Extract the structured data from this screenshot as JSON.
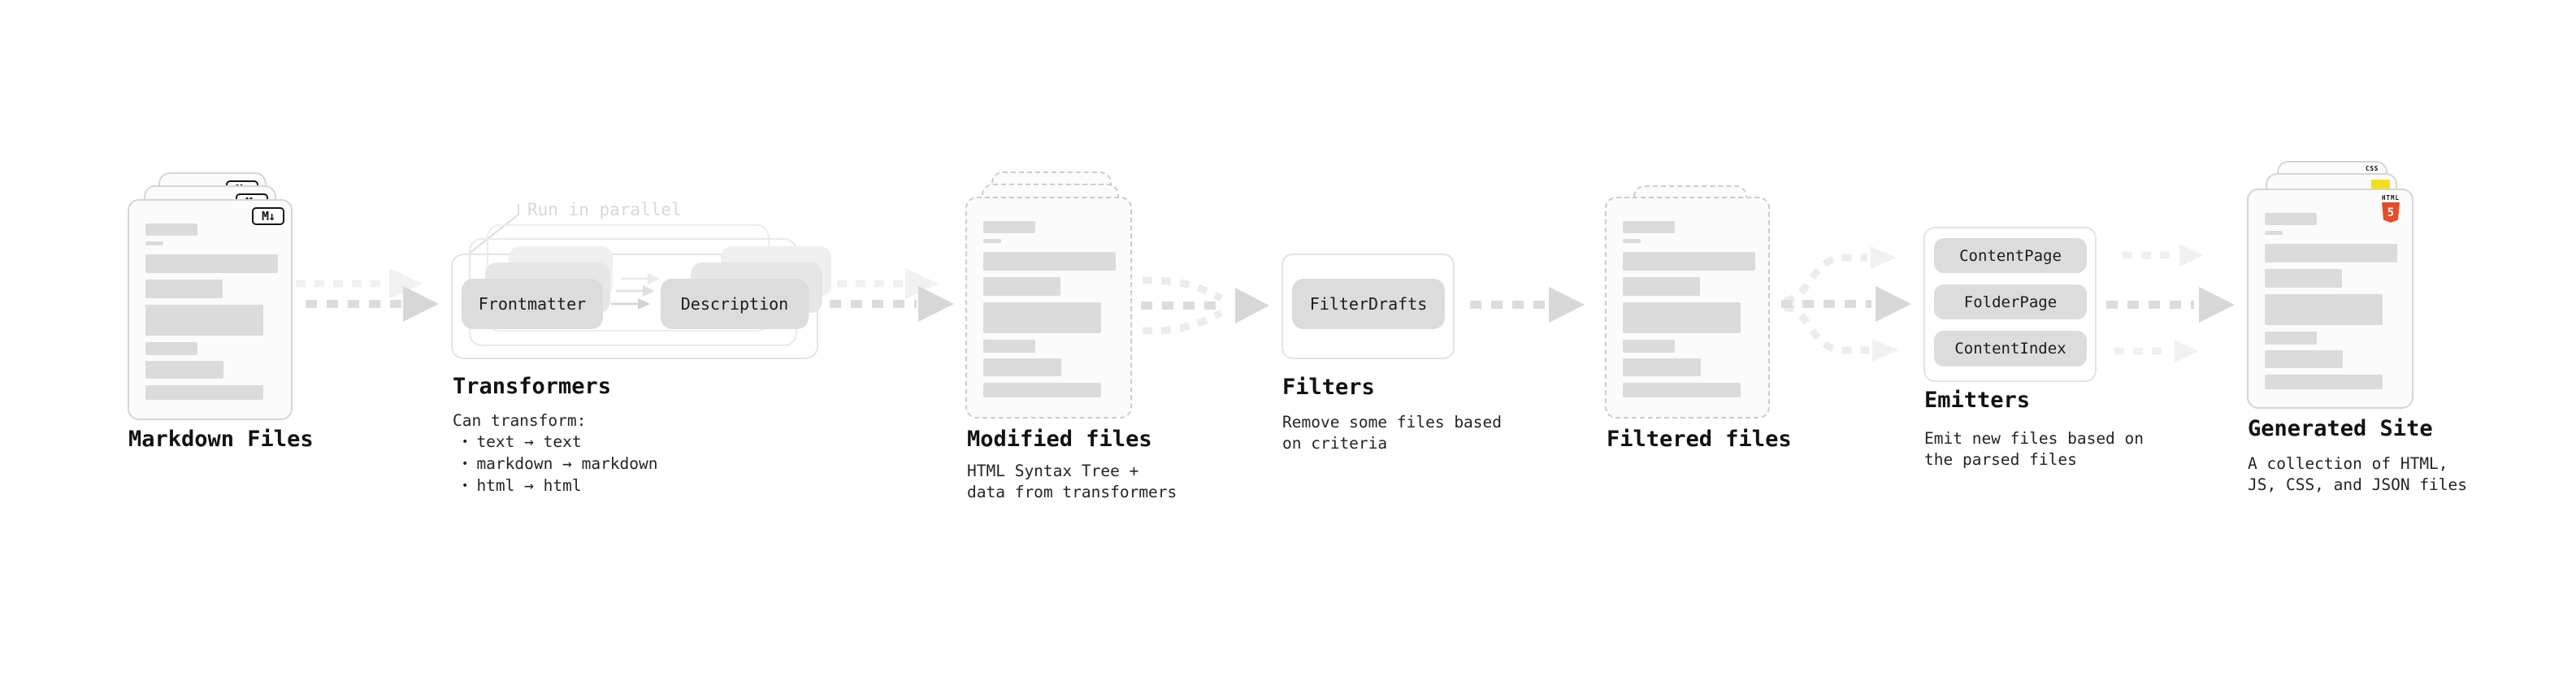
{
  "stages": {
    "markdown_files": {
      "title": "Markdown Files",
      "file_badge": "M↓"
    },
    "transformers": {
      "title": "Transformers",
      "note": "Run in parallel",
      "box_left": "Frontmatter",
      "box_right": "Description",
      "desc_heading": "Can transform:",
      "bullet_glyph": "•",
      "bullets": [
        "text → text",
        "markdown → markdown",
        "html → html"
      ]
    },
    "modified_files": {
      "title": "Modified files",
      "desc": "HTML Syntax Tree +\ndata from transformers"
    },
    "filters": {
      "title": "Filters",
      "box": "FilterDrafts",
      "desc": "Remove some files based\non criteria"
    },
    "filtered_files": {
      "title": "Filtered files"
    },
    "emitters": {
      "title": "Emitters",
      "boxes": [
        "ContentPage",
        "FolderPage",
        "ContentIndex"
      ],
      "desc": "Emit new files based on\nthe parsed files"
    },
    "generated_site": {
      "title": "Generated Site",
      "desc": "A collection of HTML,\nJS, CSS, and JSON files",
      "html5_badge_label": "HTML",
      "html5_badge_number": "5",
      "css_badge_label": "CSS"
    }
  },
  "colors": {
    "doc_fill": "#fbfbfb",
    "doc_border": "#d5d5d5",
    "doc_dashed_border": "#cccccc",
    "bar": "#dbdbdb",
    "pill": "#dcdcdc",
    "pill_text": "#1c1c1c",
    "pill_ghost_mid": "#e6e6e6",
    "pill_ghost_back": "#efefef",
    "container_border": "#e4e4e4",
    "container_border_mid": "#e9e9e9",
    "container_border_back": "#ededed",
    "arrow_dash": "#dcdcdc",
    "arrow_head": "#d7d7d7",
    "arrow_faint": "#f0f0f0",
    "arrow_faint_head": "#f1f1f1",
    "arrow_curve": "#ececec",
    "note_text": "#d8d8d8",
    "note_line": "#dcdcdc",
    "title_text": "#121212",
    "body_text": "#242424",
    "badge_ink": "#151515",
    "html5_orange": "#e44d26",
    "js_yellow": "#f5de19",
    "css_blue": "#2962ff"
  }
}
